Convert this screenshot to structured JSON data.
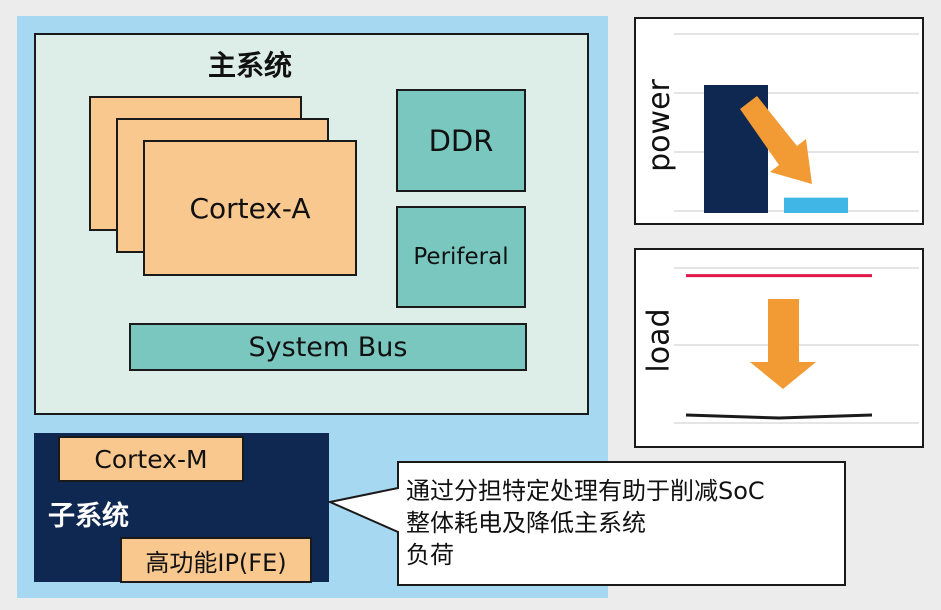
{
  "main_system": {
    "title": "主系统",
    "cpu_label": "Cortex-A",
    "ddr_label": "DDR",
    "peripheral_label": "Periferal",
    "bus_label": "System Bus"
  },
  "sub_system": {
    "title": "子系统",
    "mcu_label": "Cortex-M",
    "ip_label": "高功能IP(FE)"
  },
  "callout": {
    "lines": [
      "通过分担特定处理有助于削减SoC",
      "整体耗电及降低主系统",
      "负荷"
    ]
  },
  "colors": {
    "background": "#ececec",
    "frame": "#a6d9f1",
    "main_fill": "#ddeee8",
    "core_fill": "#f9c88e",
    "block_fill": "#79c7bf",
    "sub_fill": "#0f2851",
    "bar_high": "#0f2851",
    "bar_low": "#3fb6e6",
    "arrow": "#f29a33",
    "load_line_high": "#e0184a",
    "load_line_low": "#1a1a1a"
  },
  "chart_data": [
    {
      "type": "bar",
      "ylabel": "power",
      "categories": [
        "",
        ""
      ],
      "values": [
        1.0,
        0.12
      ],
      "ylim": [
        0,
        1.0
      ],
      "grid": true,
      "annotation": "arrow-down"
    },
    {
      "type": "line",
      "ylabel": "load",
      "series": [
        {
          "values": [
            1.0,
            1.0
          ]
        },
        {
          "values": [
            0.1,
            0.0,
            0.1
          ]
        }
      ],
      "grid": true,
      "annotation": "arrow-down"
    }
  ]
}
